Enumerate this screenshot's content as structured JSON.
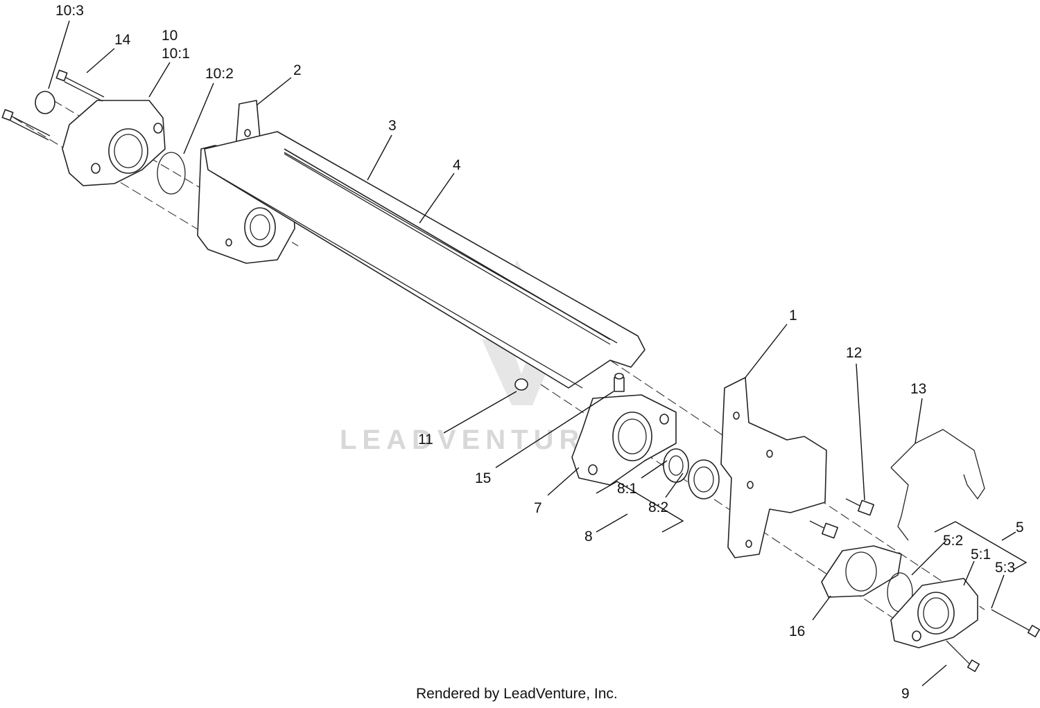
{
  "watermark": {
    "text": "LEADVENTURE"
  },
  "footer": {
    "credit": "Rendered by LeadVenture, Inc."
  },
  "callouts": {
    "c10_3": "10:3",
    "c14": "14",
    "c10": "10",
    "c10_1": "10:1",
    "c10_2": "10:2",
    "c2": "2",
    "c3": "3",
    "c4": "4",
    "c1": "1",
    "c12": "12",
    "c13": "13",
    "c11": "11",
    "c15": "15",
    "c7": "7",
    "c8_1": "8:1",
    "c8_2": "8:2",
    "c8": "8",
    "c5": "5",
    "c5_2": "5:2",
    "c5_1": "5:1",
    "c5_3": "5:3",
    "c16": "16",
    "c9": "9"
  },
  "colors": {
    "line": "#222222",
    "watermark": "#d8d8d8"
  }
}
